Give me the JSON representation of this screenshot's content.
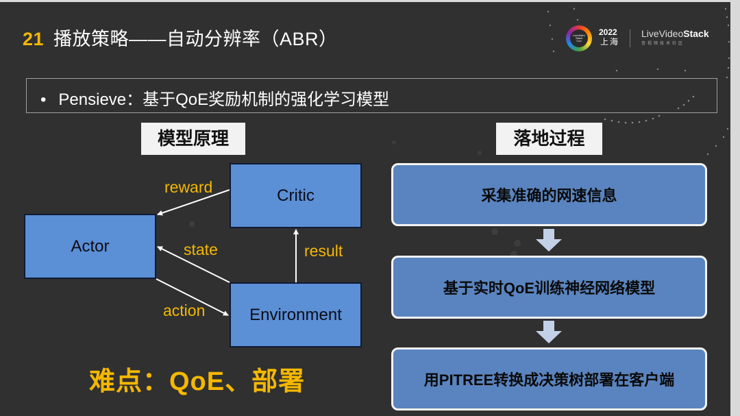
{
  "slide": {
    "number": "21",
    "title": "播放策略——自动分辨率（ABR）",
    "logo": {
      "badge_text": "LiveVideo Stack Con",
      "year": "2022",
      "city": "上海",
      "brand_prefix": "LiveVideo",
      "brand_suffix": "Stack",
      "brand_sub": "音视频技术社区"
    },
    "subtitle": {
      "bullet": "•",
      "text": "Pensieve：基于QoE奖励机制的强化学习模型"
    },
    "left_section": {
      "heading": "模型原理",
      "nodes": {
        "critic": "Critic",
        "actor": "Actor",
        "environment": "Environment"
      },
      "edges": {
        "reward": "reward",
        "state": "state",
        "result": "result",
        "action": "action"
      }
    },
    "right_section": {
      "heading": "落地过程",
      "steps": [
        "采集准确的网速信息",
        "基于实时QoE训练神经网络模型",
        "用PITREE转换成决策树部署在客户端"
      ]
    },
    "difficulty": "难点：QoE、部署"
  },
  "colors": {
    "background": "#303030",
    "accent_yellow": "#f5b800",
    "node_blue": "#5b8fd6",
    "step_blue": "#5a84bf",
    "arrow_light": "#c3d1e8"
  }
}
